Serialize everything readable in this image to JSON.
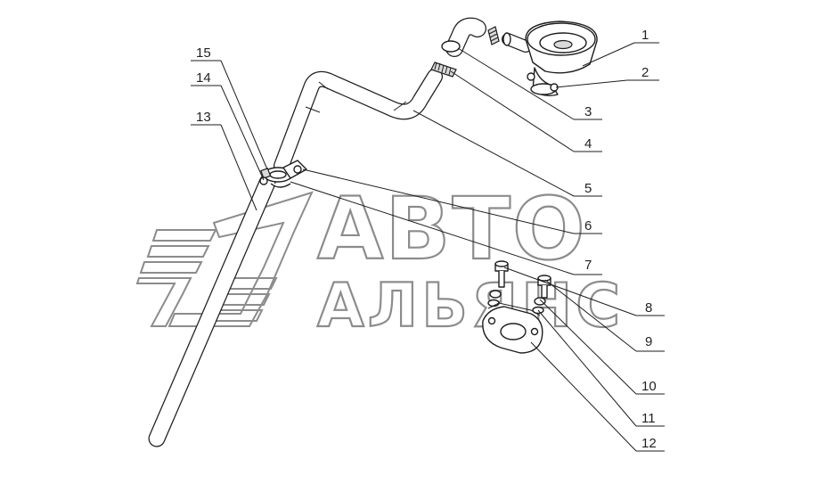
{
  "watermark": {
    "line1": "АВТО",
    "line2": "АЛЬЯНС",
    "color": "#8c8c8c"
  },
  "callouts": [
    {
      "id": "1",
      "label": "1"
    },
    {
      "id": "2",
      "label": "2"
    },
    {
      "id": "3",
      "label": "3"
    },
    {
      "id": "4",
      "label": "4"
    },
    {
      "id": "5",
      "label": "5"
    },
    {
      "id": "6",
      "label": "6"
    },
    {
      "id": "7",
      "label": "7"
    },
    {
      "id": "8",
      "label": "8"
    },
    {
      "id": "9",
      "label": "9"
    },
    {
      "id": "10",
      "label": "10"
    },
    {
      "id": "11",
      "label": "11"
    },
    {
      "id": "12",
      "label": "12"
    },
    {
      "id": "13",
      "label": "13"
    },
    {
      "id": "14",
      "label": "14"
    },
    {
      "id": "15",
      "label": "15"
    }
  ]
}
